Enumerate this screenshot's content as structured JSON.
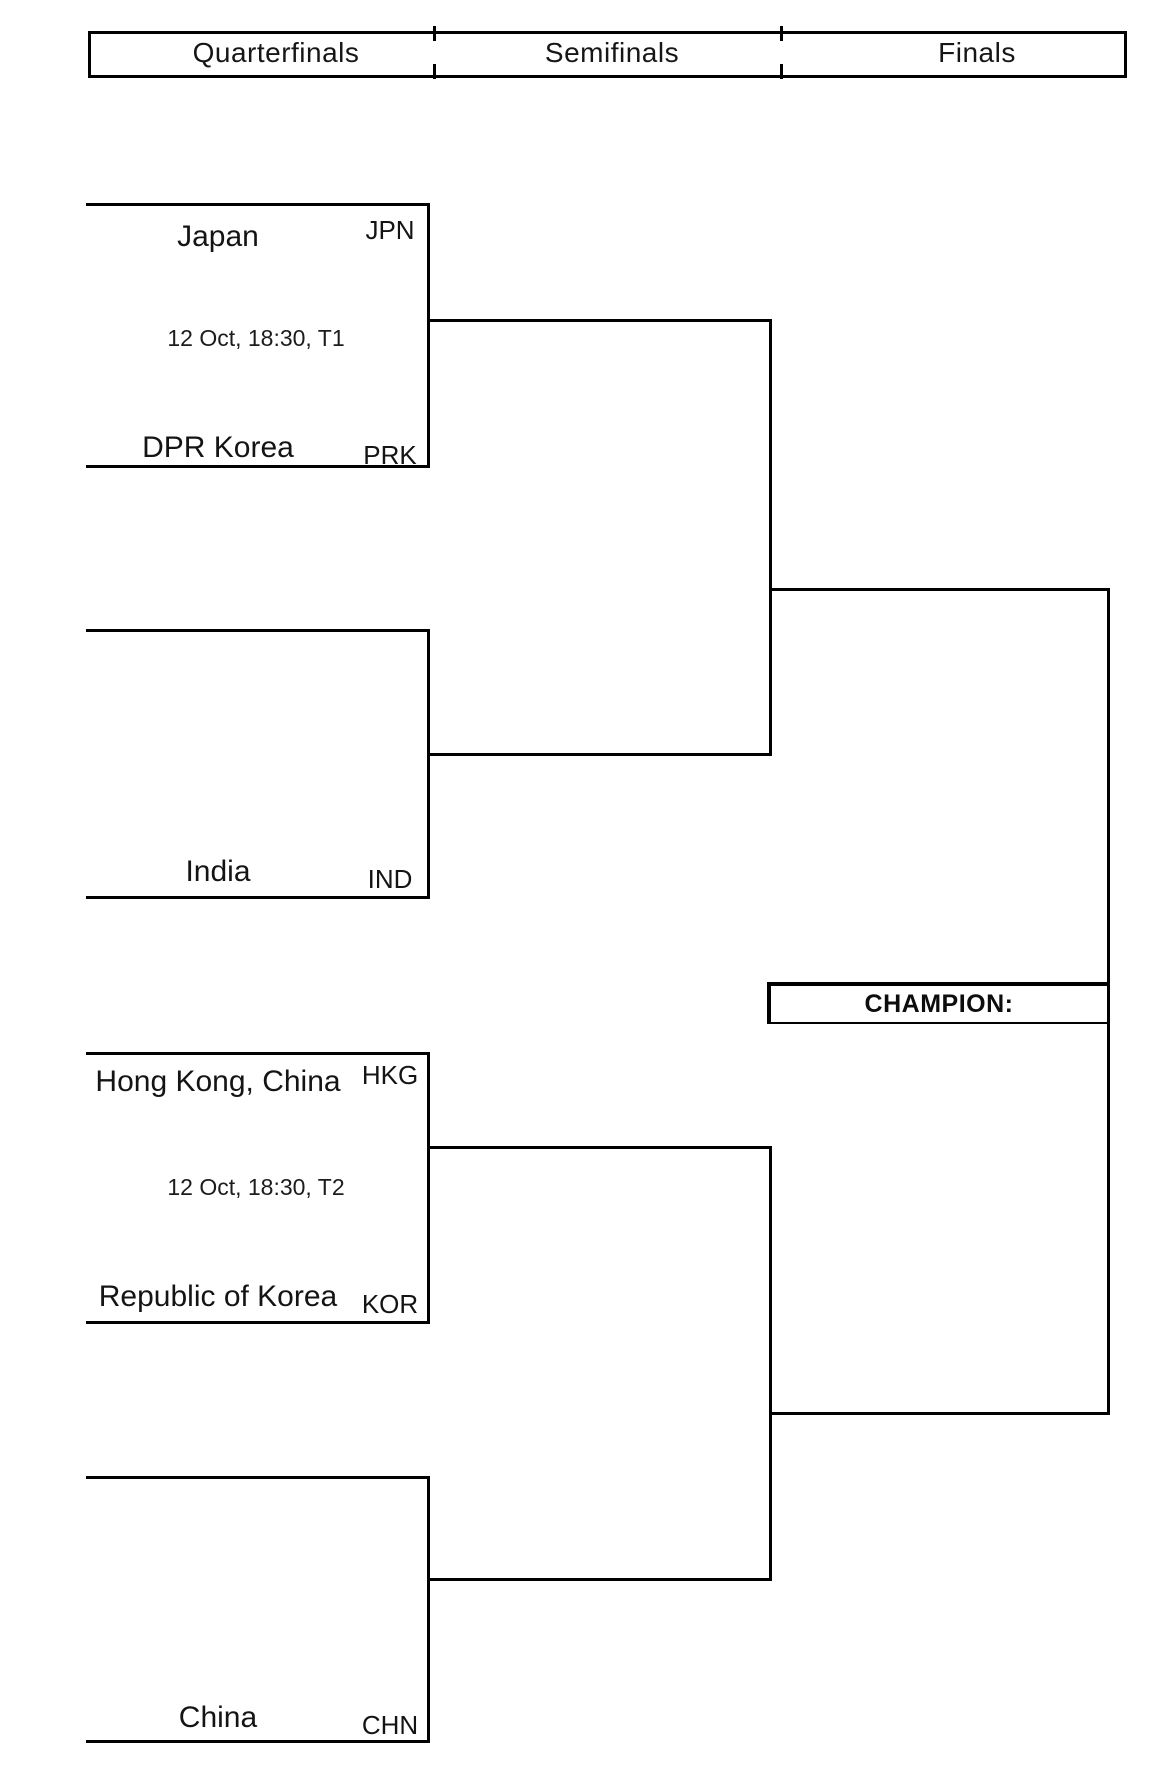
{
  "header": {
    "columns": [
      "Quarterfinals",
      "Semifinals",
      "Finals"
    ]
  },
  "bracket": {
    "quarterfinals": [
      {
        "schedule": "12 Oct, 18:30, T1",
        "top": {
          "name": "Japan",
          "code": "JPN"
        },
        "bottom": {
          "name": "DPR Korea",
          "code": "PRK"
        }
      },
      {
        "bottom": {
          "name": "India",
          "code": "IND"
        }
      },
      {
        "schedule": "12 Oct, 18:30, T2",
        "top": {
          "name": "Hong Kong, China",
          "code": "HKG"
        },
        "bottom": {
          "name": "Republic of Korea",
          "code": "KOR"
        }
      },
      {
        "bottom": {
          "name": "China",
          "code": "CHN"
        }
      }
    ],
    "final": {
      "champion_label": "CHAMPION:"
    }
  },
  "colors": {
    "line": "#000000",
    "text": "#111111",
    "background": "#ffffff"
  }
}
